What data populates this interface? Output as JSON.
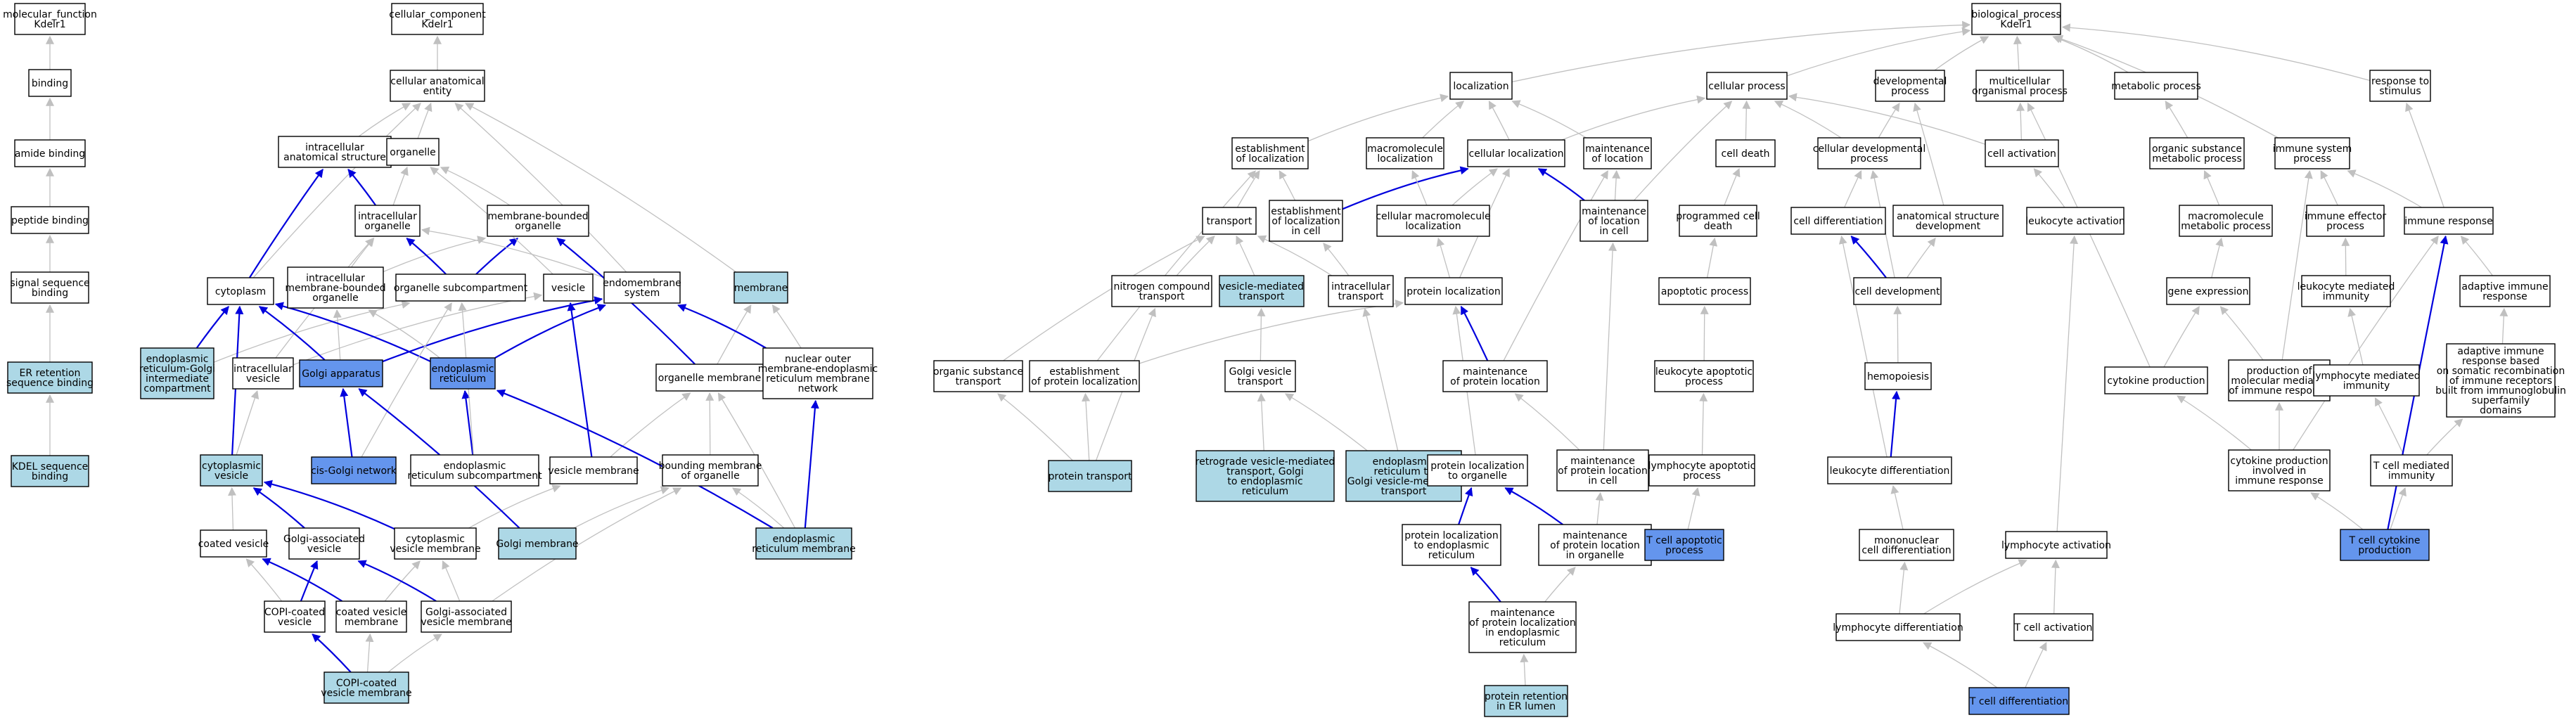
{
  "colors": {
    "plain": "#ffffff",
    "light": "#add8e6",
    "dark": "#6495ed",
    "edge_gray": "#c0c0c0",
    "edge_blue": "#0000dd"
  },
  "nodes": [
    {
      "id": "mf",
      "label": "molecular_function\nKdelr1",
      "s": "plain"
    },
    {
      "id": "binding",
      "label": "binding",
      "s": "plain"
    },
    {
      "id": "amide",
      "label": "amide binding",
      "s": "plain"
    },
    {
      "id": "peptide",
      "label": "peptide binding",
      "s": "plain"
    },
    {
      "id": "signal",
      "label": "signal sequence\nbinding",
      "s": "plain"
    },
    {
      "id": "erret",
      "label": "ER retention\nsequence binding",
      "s": "light"
    },
    {
      "id": "kdel",
      "label": "KDEL sequence\nbinding",
      "s": "light"
    },
    {
      "id": "cc",
      "label": "cellular_component\nKdelr1",
      "s": "plain"
    },
    {
      "id": "cae",
      "label": "cellular anatomical\nentity",
      "s": "plain"
    },
    {
      "id": "ias",
      "label": "intracellular\nanatomical structure",
      "s": "plain"
    },
    {
      "id": "organelle",
      "label": "organelle",
      "s": "plain"
    },
    {
      "id": "io",
      "label": "intracellular\norganelle",
      "s": "plain"
    },
    {
      "id": "mbo",
      "label": "membrane-bounded\norganelle",
      "s": "plain"
    },
    {
      "id": "cytoplasm",
      "label": "cytoplasm",
      "s": "plain"
    },
    {
      "id": "imbo",
      "label": "intracellular\nmembrane-bounded\norganelle",
      "s": "plain"
    },
    {
      "id": "osub",
      "label": "organelle subcompartment",
      "s": "plain"
    },
    {
      "id": "vesicle",
      "label": "vesicle",
      "s": "plain"
    },
    {
      "id": "endosys",
      "label": "endomembrane\nsystem",
      "s": "plain"
    },
    {
      "id": "membrane",
      "label": "membrane",
      "s": "light"
    },
    {
      "id": "ergic",
      "label": "endoplasmic\nreticulum-Golgi\nintermediate\ncompartment",
      "s": "light"
    },
    {
      "id": "ivesicle",
      "label": "intracellular\nvesicle",
      "s": "plain"
    },
    {
      "id": "golgi",
      "label": "Golgi apparatus",
      "s": "dark"
    },
    {
      "id": "er",
      "label": "endoplasmic\nreticulum",
      "s": "dark"
    },
    {
      "id": "omem",
      "label": "organelle membrane",
      "s": "plain"
    },
    {
      "id": "nuclearouter",
      "label": "nuclear outer\nmembrane-endoplasmic\nreticulum membrane\nnetwork",
      "s": "plain"
    },
    {
      "id": "cytovesicle",
      "label": "cytoplasmic\nvesicle",
      "s": "light"
    },
    {
      "id": "cisgolgi",
      "label": "cis-Golgi network",
      "s": "dark"
    },
    {
      "id": "ersub",
      "label": "endoplasmic\nreticulum subcompartment",
      "s": "plain"
    },
    {
      "id": "vesmem",
      "label": "vesicle membrane",
      "s": "plain"
    },
    {
      "id": "bmo",
      "label": "bounding membrane\nof organelle",
      "s": "plain"
    },
    {
      "id": "coated",
      "label": "coated vesicle",
      "s": "plain"
    },
    {
      "id": "golgiassoc",
      "label": "Golgi-associated\nvesicle",
      "s": "plain"
    },
    {
      "id": "cytovesmem",
      "label": "cytoplasmic\nvesicle membrane",
      "s": "plain"
    },
    {
      "id": "golgimem",
      "label": "Golgi membrane",
      "s": "light"
    },
    {
      "id": "ermem",
      "label": "endoplasmic\nreticulum membrane",
      "s": "light"
    },
    {
      "id": "copi",
      "label": "COPI-coated\nvesicle",
      "s": "plain"
    },
    {
      "id": "coatedmem",
      "label": "coated vesicle\nmembrane",
      "s": "plain"
    },
    {
      "id": "gavmem",
      "label": "Golgi-associated\nvesicle membrane",
      "s": "plain"
    },
    {
      "id": "copimem",
      "label": "COPI-coated\nvesicle membrane",
      "s": "light"
    },
    {
      "id": "bp",
      "label": "biological_process\nKdelr1",
      "s": "plain"
    },
    {
      "id": "loc",
      "label": "localization",
      "s": "plain"
    },
    {
      "id": "cproc",
      "label": "cellular process",
      "s": "plain"
    },
    {
      "id": "devproc",
      "label": "developmental\nprocess",
      "s": "plain"
    },
    {
      "id": "multi",
      "label": "multicellular\norganismal process",
      "s": "plain"
    },
    {
      "id": "metab",
      "label": "metabolic process",
      "s": "plain"
    },
    {
      "id": "resp",
      "label": "response to\nstimulus",
      "s": "plain"
    },
    {
      "id": "estloc",
      "label": "establishment\nof localization",
      "s": "plain"
    },
    {
      "id": "macroloc",
      "label": "macromolecule\nlocalization",
      "s": "plain"
    },
    {
      "id": "cellloc",
      "label": "cellular localization",
      "s": "plain"
    },
    {
      "id": "maintloc",
      "label": "maintenance\nof location",
      "s": "plain"
    },
    {
      "id": "celldeath",
      "label": "cell death",
      "s": "plain"
    },
    {
      "id": "celldevproc",
      "label": "cellular developmental\nprocess",
      "s": "plain"
    },
    {
      "id": "cellact",
      "label": "cell activation",
      "s": "plain"
    },
    {
      "id": "osmp",
      "label": "organic substance\nmetabolic process",
      "s": "plain"
    },
    {
      "id": "imsys",
      "label": "immune system\nprocess",
      "s": "plain"
    },
    {
      "id": "transport",
      "label": "transport",
      "s": "plain"
    },
    {
      "id": "estlocincell",
      "label": "establishment\nof localization\nin cell",
      "s": "plain"
    },
    {
      "id": "cmacroloc",
      "label": "cellular macromolecule\nlocalization",
      "s": "plain"
    },
    {
      "id": "maintincell",
      "label": "maintenance\nof location\nin cell",
      "s": "plain"
    },
    {
      "id": "pcd",
      "label": "programmed cell\ndeath",
      "s": "plain"
    },
    {
      "id": "celldiff",
      "label": "cell differentiation",
      "s": "plain"
    },
    {
      "id": "asd",
      "label": "anatomical structure\ndevelopment",
      "s": "plain"
    },
    {
      "id": "leukact",
      "label": "leukocyte activation",
      "s": "plain"
    },
    {
      "id": "mmp",
      "label": "macromolecule\nmetabolic process",
      "s": "plain"
    },
    {
      "id": "ieproc",
      "label": "immune effector\nprocess",
      "s": "plain"
    },
    {
      "id": "imresp",
      "label": "immune response",
      "s": "plain"
    },
    {
      "id": "nct",
      "label": "nitrogen compound\ntransport",
      "s": "plain"
    },
    {
      "id": "vmt",
      "label": "vesicle-mediated\ntransport",
      "s": "light"
    },
    {
      "id": "ict",
      "label": "intracellular\ntransport",
      "s": "plain"
    },
    {
      "id": "protloc",
      "label": "protein localization",
      "s": "plain"
    },
    {
      "id": "apoptotic",
      "label": "apoptotic process",
      "s": "plain"
    },
    {
      "id": "celldev",
      "label": "cell development",
      "s": "plain"
    },
    {
      "id": "geneexp",
      "label": "gene expression",
      "s": "plain"
    },
    {
      "id": "lmi",
      "label": "leukocyte mediated\nimmunity",
      "s": "plain"
    },
    {
      "id": "air",
      "label": "adaptive immune\nresponse",
      "s": "plain"
    },
    {
      "id": "ost",
      "label": "organic substance\ntransport",
      "s": "plain"
    },
    {
      "id": "eopl",
      "label": "establishment\nof protein localization",
      "s": "plain"
    },
    {
      "id": "gvt",
      "label": "Golgi vesicle\ntransport",
      "s": "plain"
    },
    {
      "id": "maintprot",
      "label": "maintenance\nof protein location",
      "s": "plain"
    },
    {
      "id": "leukapop",
      "label": "leukocyte apoptotic\nprocess",
      "s": "plain"
    },
    {
      "id": "hemo",
      "label": "hemopoiesis",
      "s": "plain"
    },
    {
      "id": "cytoprod",
      "label": "cytokine production",
      "s": "plain"
    },
    {
      "id": "pmmir",
      "label": "production of\nmolecular mediator\nof immune response",
      "s": "plain"
    },
    {
      "id": "lymmi",
      "label": "lymphocyte mediated\nimmunity",
      "s": "plain"
    },
    {
      "id": "airsr",
      "label": "adaptive immune\nresponse based\non somatic recombination\nof immune receptors\nbuilt from immunoglobulin\nsuperfamily\ndomains",
      "s": "plain"
    },
    {
      "id": "ptrans",
      "label": "protein transport",
      "s": "light"
    },
    {
      "id": "retro",
      "label": "retrograde vesicle-mediated\ntransport, Golgi\nto endoplasmic\nreticulum",
      "s": "light"
    },
    {
      "id": "ertogolgi",
      "label": "endoplasmic\nreticulum to\nGolgi vesicle-mediated\ntransport",
      "s": "light"
    },
    {
      "id": "plto",
      "label": "protein localization\nto organelle",
      "s": "plain"
    },
    {
      "id": "mplcell",
      "label": "maintenance\nof protein location\nin cell",
      "s": "plain"
    },
    {
      "id": "lymapop",
      "label": "lymphocyte apoptotic\nprocess",
      "s": "plain"
    },
    {
      "id": "leukdiff",
      "label": "leukocyte differentiation",
      "s": "plain"
    },
    {
      "id": "cpiir",
      "label": "cytokine production\ninvolved in\nimmune response",
      "s": "plain"
    },
    {
      "id": "tcmi",
      "label": "T cell mediated\nimmunity",
      "s": "plain"
    },
    {
      "id": "pltoer",
      "label": "protein localization\nto endoplasmic\nreticulum",
      "s": "plain"
    },
    {
      "id": "mplorg",
      "label": "maintenance\nof protein location\nin organelle",
      "s": "plain"
    },
    {
      "id": "tcellapop",
      "label": "T cell apoptotic\nprocess",
      "s": "dark"
    },
    {
      "id": "mnd",
      "label": "mononuclear\ncell differentiation",
      "s": "plain"
    },
    {
      "id": "lymact",
      "label": "lymphocyte activation",
      "s": "plain"
    },
    {
      "id": "tcytoprod",
      "label": "T cell cytokine\nproduction",
      "s": "dark"
    },
    {
      "id": "mpler",
      "label": "maintenance\nof protein localization\nin endoplasmic\nreticulum",
      "s": "plain"
    },
    {
      "id": "lymdiff",
      "label": "lymphocyte differentiation",
      "s": "plain"
    },
    {
      "id": "tcellact",
      "label": "T cell activation",
      "s": "plain"
    },
    {
      "id": "pret",
      "label": "protein retention\nin ER lumen",
      "s": "light"
    },
    {
      "id": "tcelldiff",
      "label": "T cell differentiation",
      "s": "dark"
    }
  ],
  "edges": [
    [
      "binding",
      "mf",
      "g"
    ],
    [
      "amide",
      "binding",
      "g"
    ],
    [
      "peptide",
      "amide",
      "g"
    ],
    [
      "signal",
      "peptide",
      "g"
    ],
    [
      "erret",
      "signal",
      "g"
    ],
    [
      "kdel",
      "erret",
      "g"
    ],
    [
      "cae",
      "cc",
      "g"
    ],
    [
      "ias",
      "cae",
      "g"
    ],
    [
      "organelle",
      "cae",
      "g"
    ],
    [
      "membrane",
      "cae",
      "g"
    ],
    [
      "cytoplasm",
      "cae",
      "g"
    ],
    [
      "io",
      "ias",
      "b"
    ],
    [
      "io",
      "organelle",
      "g"
    ],
    [
      "mbo",
      "organelle",
      "g"
    ],
    [
      "cytoplasm",
      "ias",
      "b"
    ],
    [
      "imbo",
      "io",
      "g"
    ],
    [
      "imbo",
      "mbo",
      "g"
    ],
    [
      "osub",
      "io",
      "b"
    ],
    [
      "osub",
      "mbo",
      "b"
    ],
    [
      "vesicle",
      "organelle",
      "g"
    ],
    [
      "endosys",
      "cae",
      "g"
    ],
    [
      "endosys",
      "io",
      "g"
    ],
    [
      "ergic",
      "cytoplasm",
      "b"
    ],
    [
      "ergic",
      "osub",
      "g"
    ],
    [
      "ivesicle",
      "vesicle",
      "g"
    ],
    [
      "ivesicle",
      "io",
      "g"
    ],
    [
      "golgi",
      "cytoplasm",
      "b"
    ],
    [
      "golgi",
      "imbo",
      "g"
    ],
    [
      "golgi",
      "endosys",
      "b"
    ],
    [
      "er",
      "cytoplasm",
      "b"
    ],
    [
      "er",
      "imbo",
      "g"
    ],
    [
      "er",
      "endosys",
      "b"
    ],
    [
      "omem",
      "membrane",
      "g"
    ],
    [
      "omem",
      "mbo",
      "b"
    ],
    [
      "nuclearouter",
      "endosys",
      "b"
    ],
    [
      "nuclearouter",
      "membrane",
      "g"
    ],
    [
      "cytovesicle",
      "cytoplasm",
      "b"
    ],
    [
      "cytovesicle",
      "ivesicle",
      "g"
    ],
    [
      "cisgolgi",
      "golgi",
      "b"
    ],
    [
      "cisgolgi",
      "osub",
      "g"
    ],
    [
      "ersub",
      "er",
      "b"
    ],
    [
      "ersub",
      "osub",
      "g"
    ],
    [
      "vesmem",
      "vesicle",
      "b"
    ],
    [
      "vesmem",
      "omem",
      "g"
    ],
    [
      "bmo",
      "omem",
      "g"
    ],
    [
      "coated",
      "cytovesicle",
      "g"
    ],
    [
      "golgiassoc",
      "cytovesicle",
      "b"
    ],
    [
      "cytovesmem",
      "cytovesicle",
      "b"
    ],
    [
      "cytovesmem",
      "vesmem",
      "g"
    ],
    [
      "golgimem",
      "golgi",
      "b"
    ],
    [
      "golgimem",
      "bmo",
      "g"
    ],
    [
      "ermem",
      "er",
      "b"
    ],
    [
      "ermem",
      "nuclearouter",
      "b"
    ],
    [
      "ermem",
      "bmo",
      "g"
    ],
    [
      "ermem",
      "omem",
      "g"
    ],
    [
      "copi",
      "coated",
      "g"
    ],
    [
      "copi",
      "golgiassoc",
      "b"
    ],
    [
      "coatedmem",
      "coated",
      "b"
    ],
    [
      "coatedmem",
      "cytovesmem",
      "g"
    ],
    [
      "gavmem",
      "golgiassoc",
      "b"
    ],
    [
      "gavmem",
      "cytovesmem",
      "g"
    ],
    [
      "gavmem",
      "bmo",
      "g"
    ],
    [
      "copimem",
      "copi",
      "b"
    ],
    [
      "copimem",
      "coatedmem",
      "g"
    ],
    [
      "copimem",
      "gavmem",
      "g"
    ],
    [
      "loc",
      "bp",
      "g"
    ],
    [
      "cproc",
      "bp",
      "g"
    ],
    [
      "devproc",
      "bp",
      "g"
    ],
    [
      "multi",
      "bp",
      "g"
    ],
    [
      "metab",
      "bp",
      "g"
    ],
    [
      "resp",
      "bp",
      "g"
    ],
    [
      "imsys",
      "bp",
      "g"
    ],
    [
      "estloc",
      "loc",
      "g"
    ],
    [
      "macroloc",
      "loc",
      "g"
    ],
    [
      "cellloc",
      "loc",
      "g"
    ],
    [
      "cellloc",
      "cproc",
      "g"
    ],
    [
      "maintloc",
      "loc",
      "g"
    ],
    [
      "celldeath",
      "cproc",
      "g"
    ],
    [
      "celldevproc",
      "cproc",
      "g"
    ],
    [
      "celldevproc",
      "devproc",
      "g"
    ],
    [
      "cellact",
      "cproc",
      "g"
    ],
    [
      "cellact",
      "multi",
      "g"
    ],
    [
      "osmp",
      "metab",
      "g"
    ],
    [
      "transport",
      "estloc",
      "g"
    ],
    [
      "estlocincell",
      "estloc",
      "g"
    ],
    [
      "estlocincell",
      "cellloc",
      "b"
    ],
    [
      "cmacroloc",
      "macroloc",
      "g"
    ],
    [
      "cmacroloc",
      "cellloc",
      "g"
    ],
    [
      "maintincell",
      "maintloc",
      "g"
    ],
    [
      "maintincell",
      "cellloc",
      "b"
    ],
    [
      "maintincell",
      "cproc",
      "g"
    ],
    [
      "pcd",
      "celldeath",
      "g"
    ],
    [
      "celldiff",
      "celldevproc",
      "g"
    ],
    [
      "asd",
      "devproc",
      "g"
    ],
    [
      "leukact",
      "cellact",
      "g"
    ],
    [
      "mmp",
      "osmp",
      "g"
    ],
    [
      "ieproc",
      "imsys",
      "g"
    ],
    [
      "imresp",
      "imsys",
      "g"
    ],
    [
      "imresp",
      "resp",
      "g"
    ],
    [
      "nct",
      "transport",
      "g"
    ],
    [
      "vmt",
      "transport",
      "g"
    ],
    [
      "ict",
      "transport",
      "g"
    ],
    [
      "ict",
      "estlocincell",
      "g"
    ],
    [
      "protloc",
      "cmacroloc",
      "g"
    ],
    [
      "protloc",
      "cellloc",
      "g"
    ],
    [
      "apoptotic",
      "pcd",
      "g"
    ],
    [
      "celldev",
      "celldiff",
      "b"
    ],
    [
      "celldev",
      "asd",
      "g"
    ],
    [
      "celldev",
      "celldevproc",
      "g"
    ],
    [
      "geneexp",
      "mmp",
      "g"
    ],
    [
      "lmi",
      "ieproc",
      "g"
    ],
    [
      "air",
      "imresp",
      "g"
    ],
    [
      "ost",
      "transport",
      "g"
    ],
    [
      "eopl",
      "protloc",
      "g"
    ],
    [
      "eopl",
      "estloc",
      "g"
    ],
    [
      "gvt",
      "vmt",
      "g"
    ],
    [
      "maintprot",
      "protloc",
      "b"
    ],
    [
      "maintprot",
      "maintloc",
      "g"
    ],
    [
      "leukapop",
      "apoptotic",
      "g"
    ],
    [
      "hemo",
      "celldev",
      "g"
    ],
    [
      "cytoprod",
      "geneexp",
      "g"
    ],
    [
      "cytoprod",
      "multi",
      "g"
    ],
    [
      "pmmir",
      "geneexp",
      "g"
    ],
    [
      "pmmir",
      "imsys",
      "g"
    ],
    [
      "lymmi",
      "lmi",
      "g"
    ],
    [
      "airsr",
      "air",
      "g"
    ],
    [
      "ptrans",
      "eopl",
      "g"
    ],
    [
      "ptrans",
      "nct",
      "g"
    ],
    [
      "ptrans",
      "ost",
      "g"
    ],
    [
      "retro",
      "gvt",
      "g"
    ],
    [
      "ertogolgi",
      "gvt",
      "g"
    ],
    [
      "ertogolgi",
      "ict",
      "g"
    ],
    [
      "plto",
      "protloc",
      "g"
    ],
    [
      "mplcell",
      "maintprot",
      "g"
    ],
    [
      "mplcell",
      "maintincell",
      "g"
    ],
    [
      "lymapop",
      "leukapop",
      "g"
    ],
    [
      "leukdiff",
      "hemo",
      "b"
    ],
    [
      "leukdiff",
      "celldiff",
      "g"
    ],
    [
      "cpiir",
      "cytoprod",
      "g"
    ],
    [
      "cpiir",
      "pmmir",
      "g"
    ],
    [
      "cpiir",
      "imresp",
      "g"
    ],
    [
      "tcmi",
      "lymmi",
      "g"
    ],
    [
      "tcmi",
      "airsr",
      "g"
    ],
    [
      "pltoer",
      "plto",
      "b"
    ],
    [
      "mplorg",
      "plto",
      "b"
    ],
    [
      "mplorg",
      "mplcell",
      "g"
    ],
    [
      "tcellapop",
      "lymapop",
      "g"
    ],
    [
      "mnd",
      "leukdiff",
      "g"
    ],
    [
      "lymact",
      "leukact",
      "g"
    ],
    [
      "tcytoprod",
      "cpiir",
      "g"
    ],
    [
      "tcytoprod",
      "tcmi",
      "g"
    ],
    [
      "tcytoprod",
      "imresp",
      "b"
    ],
    [
      "mpler",
      "pltoer",
      "b"
    ],
    [
      "mpler",
      "mplorg",
      "g"
    ],
    [
      "lymdiff",
      "mnd",
      "g"
    ],
    [
      "lymdiff",
      "lymact",
      "g"
    ],
    [
      "tcellact",
      "lymact",
      "g"
    ],
    [
      "pret",
      "mpler",
      "g"
    ],
    [
      "tcelldiff",
      "lymdiff",
      "g"
    ],
    [
      "tcelldiff",
      "tcellact",
      "g"
    ]
  ]
}
